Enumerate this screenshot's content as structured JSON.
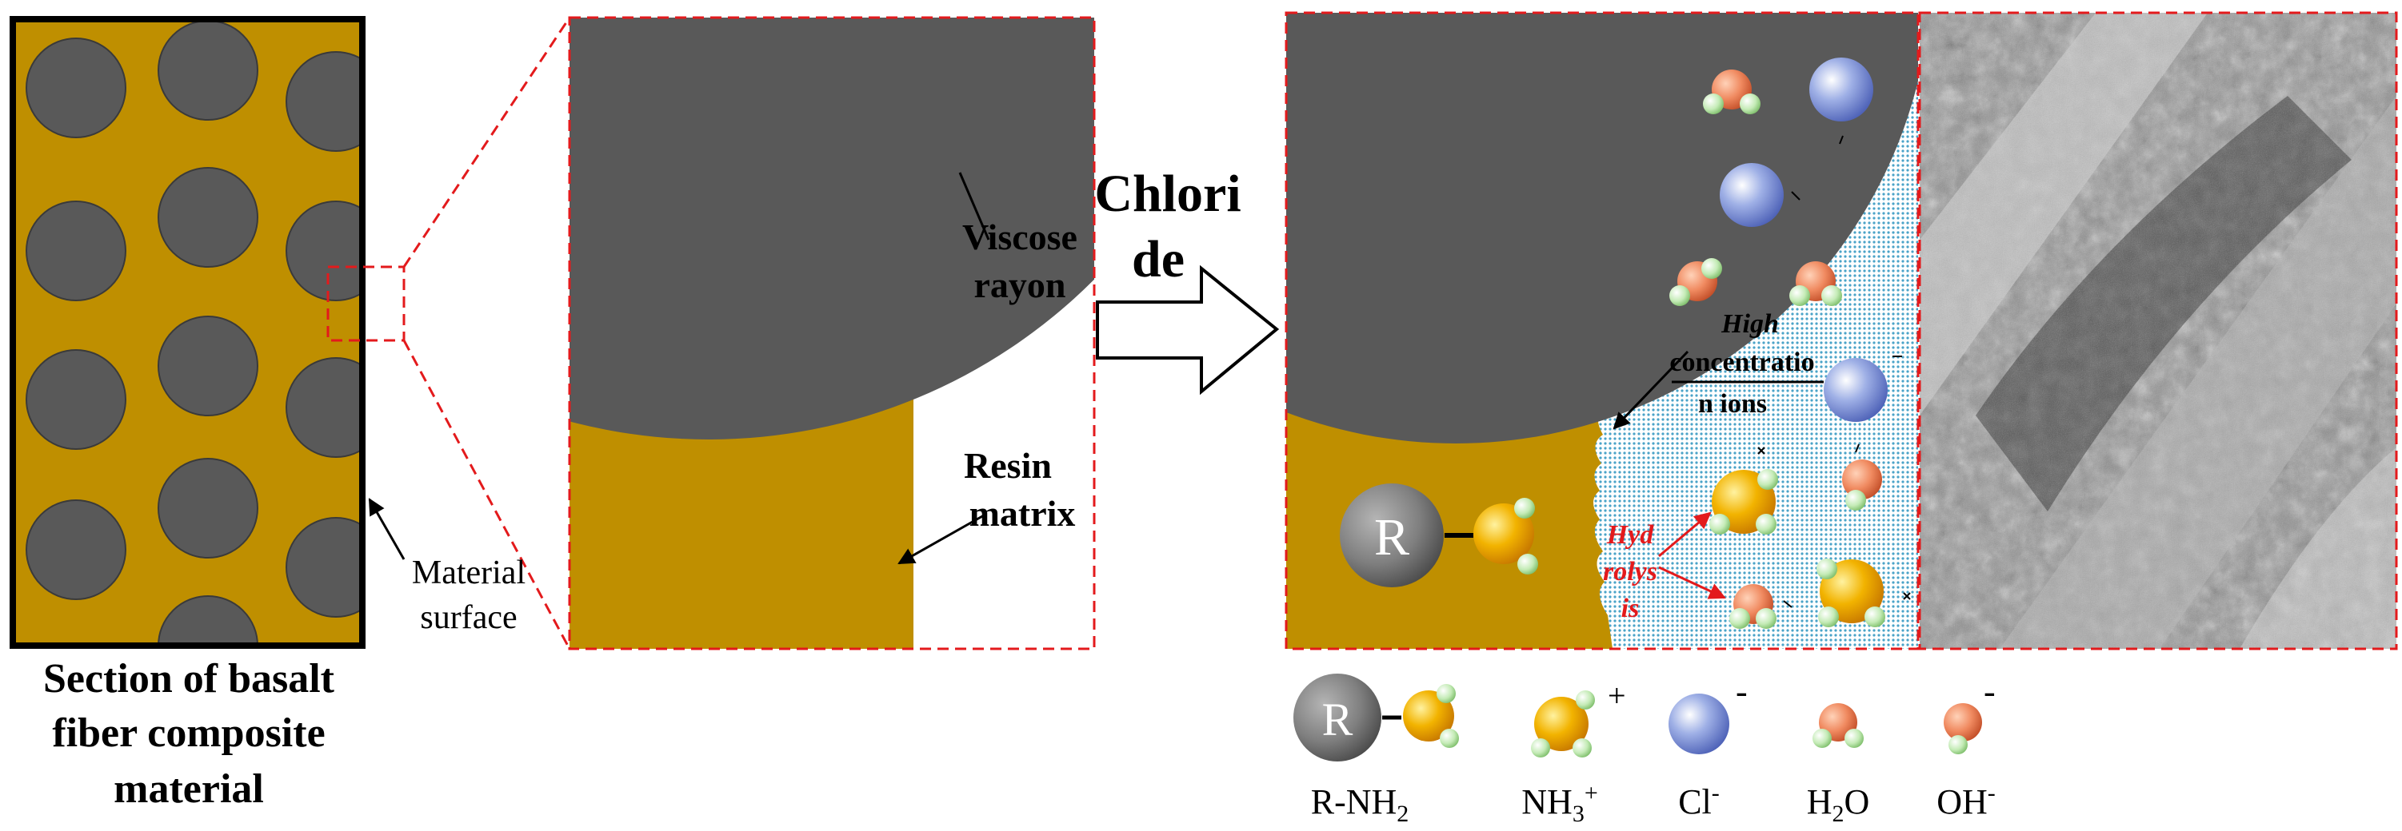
{
  "panel1": {
    "caption_line1": "Section of basalt",
    "caption_line2": "fiber composite",
    "caption_line3": "material",
    "surface_label_line1": "Material",
    "surface_label_line2": "surface"
  },
  "panel2": {
    "fiber_label_line1": "Viscose",
    "fiber_label_line2": "rayon",
    "matrix_label_line1": "Resin",
    "matrix_label_line2": "matrix"
  },
  "arrow": {
    "label_line1": "Chlori",
    "label_line2": "de"
  },
  "panel3": {
    "high_conc_line1": "High",
    "high_conc_line2": "concentratio",
    "high_conc_line3": "n ions",
    "hydrolysis_line1": "Hyd",
    "hydrolysis_line2": "rolys",
    "hydrolysis_line3": "is",
    "r_group_letter": "R"
  },
  "legend": {
    "items": [
      {
        "label": "R-NH",
        "sub": "2",
        "sup": ""
      },
      {
        "label": "NH",
        "sub": "3",
        "sup": "+"
      },
      {
        "label": "Cl",
        "sub": "",
        "sup": "-"
      },
      {
        "label": "H",
        "sub": "2",
        "sup": "",
        "tail": "O"
      },
      {
        "label": "OH",
        "sub": "",
        "sup": "-"
      }
    ],
    "r_letter": "R",
    "nh3_charge": "+",
    "cl_charge": "-",
    "oh_charge": "-"
  },
  "colors": {
    "resin": "#bf8f00",
    "fiber": "#595959",
    "dashed_red": "#e31a1c",
    "solution_dots": "#4aa3c8",
    "cl_ion": "#7f95d8",
    "nh3": "#f2b300",
    "h_atom": "#b5e3a8",
    "water_o": "#f08a60",
    "r_group": "#7f7f7f"
  }
}
